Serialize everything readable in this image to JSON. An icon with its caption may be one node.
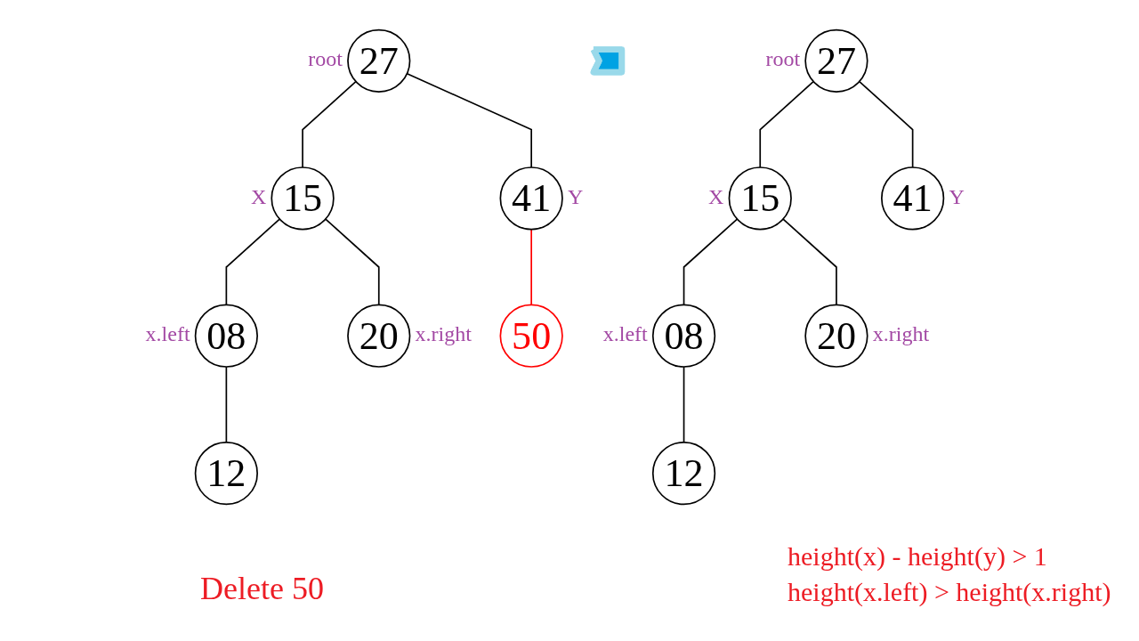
{
  "diagram": {
    "nodes": [
      {
        "text": [
          "27"
        ],
        "beside": [
          "root"
        ]
      },
      {
        "text": [
          "15"
        ],
        "beside": [
          "X"
        ]
      },
      {
        "text": [
          "41"
        ],
        "beside": [
          "Y"
        ]
      },
      {
        "text": [
          "08"
        ],
        "beside": [
          "x.left"
        ]
      },
      {
        "text": [
          "20"
        ],
        "beside": [
          "x.right"
        ]
      },
      {
        "text": [
          "50"
        ]
      },
      {
        "text": [
          "12"
        ]
      },
      {
        "text": [],
        "shape": "arrow"
      },
      {
        "text": [
          "27"
        ],
        "beside": [
          "root"
        ]
      },
      {
        "text": [
          "15"
        ],
        "beside": [
          "X"
        ]
      },
      {
        "text": [
          "41"
        ],
        "beside": [
          "Y"
        ]
      },
      {
        "text": [
          "08"
        ],
        "beside": [
          "x.left"
        ]
      },
      {
        "text": [
          "20"
        ],
        "beside": [
          "x.right"
        ]
      },
      {
        "text": [
          "12"
        ]
      }
    ],
    "edges": [
      {
        "from": 0,
        "to": 1,
        "arrow": "none"
      },
      {
        "from": 0,
        "to": 2,
        "arrow": "none"
      },
      {
        "from": 1,
        "to": 3,
        "arrow": "none"
      },
      {
        "from": 1,
        "to": 4,
        "arrow": "none"
      },
      {
        "from": 2,
        "to": 5,
        "arrow": "none",
        "color": "#ff0000"
      },
      {
        "from": 3,
        "to": 6,
        "arrow": "none"
      },
      {
        "from": 8,
        "to": 9,
        "arrow": "none"
      },
      {
        "from": 8,
        "to": 10,
        "arrow": "none"
      },
      {
        "from": 9,
        "to": 11,
        "arrow": "none"
      },
      {
        "from": 9,
        "to": 12,
        "arrow": "none"
      },
      {
        "from": 11,
        "to": 13,
        "arrow": "none"
      }
    ],
    "labels": [
      "Delete 50",
      "height(x) - height(y) > 1",
      "height(x.left) > height(x.right)"
    ]
  }
}
